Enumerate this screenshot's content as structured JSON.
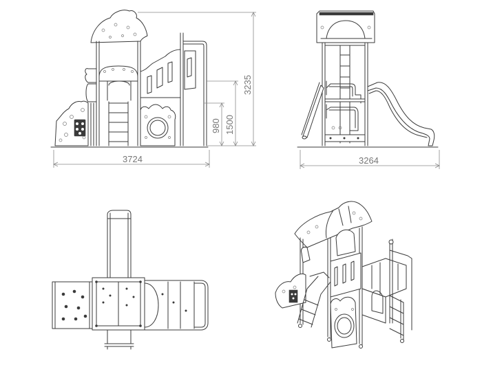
{
  "dimensions": {
    "front_width": "3724",
    "side_width": "3264",
    "total_height": "3235",
    "height_1500": "1500",
    "height_980": "980"
  },
  "colors": {
    "line": "#3a3a3a",
    "dimension": "#8a8a8a",
    "dimension_text": "#777777",
    "background": "#ffffff"
  }
}
